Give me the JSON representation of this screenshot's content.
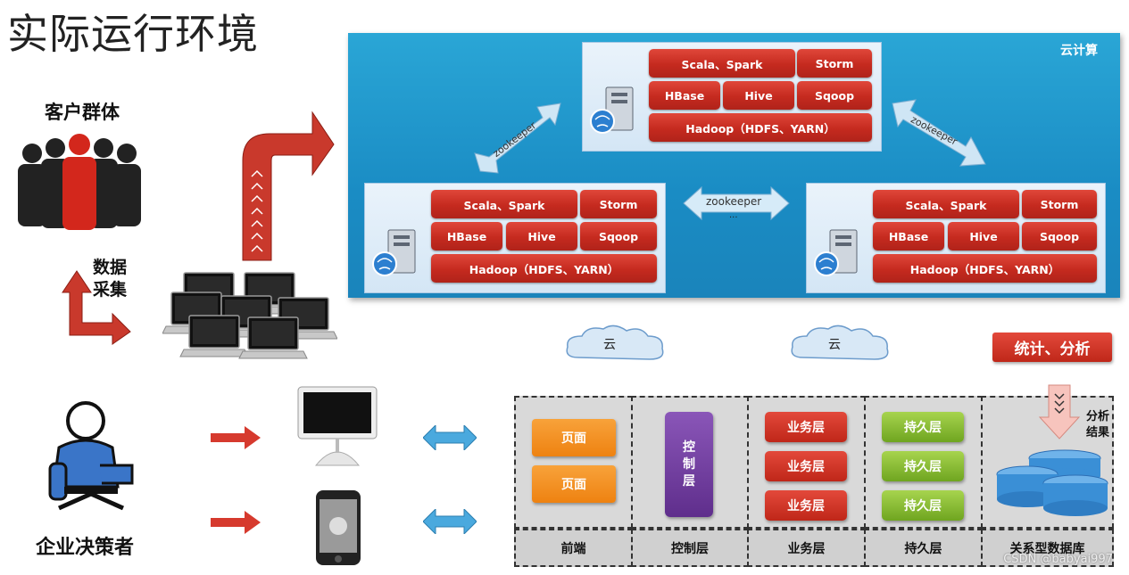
{
  "title": "实际运行环境",
  "left": {
    "customers_label": "客户群体",
    "data_collect_label_1": "数据",
    "data_collect_label_2": "采集",
    "decision_maker_label": "企业决策者"
  },
  "cloud_compute": {
    "label": "云计算",
    "nodes": [
      {
        "row1": [
          "Scala、Spark",
          "Storm"
        ],
        "row2": [
          "HBase",
          "Hive",
          "Sqoop"
        ],
        "row3": "Hadoop（HDFS、YARN）"
      },
      {
        "row1": [
          "Scala、Spark",
          "Storm"
        ],
        "row2": [
          "HBase",
          "Hive",
          "Sqoop"
        ],
        "row3": "Hadoop（HDFS、YARN）"
      },
      {
        "row1": [
          "Scala、Spark",
          "Storm"
        ],
        "row2": [
          "HBase",
          "Hive",
          "Sqoop"
        ],
        "row3": "Hadoop（HDFS、YARN）"
      }
    ],
    "zk_left": "zookeeper",
    "zk_right": "zookeeper",
    "zk_middle": "zookeeper",
    "zk_middle_dots": "..."
  },
  "clouds": [
    "云",
    "云"
  ],
  "stats_label": "统计、分析",
  "architecture": {
    "frontend": {
      "items": [
        "页面",
        "页面"
      ],
      "footer": "前端"
    },
    "control": {
      "item": "控\n制\n层",
      "footer": "控制层"
    },
    "business": {
      "items": [
        "业务层",
        "业务层",
        "业务层"
      ],
      "footer": "业务层"
    },
    "persistence": {
      "items": [
        "持久层",
        "持久层",
        "持久层"
      ],
      "footer": "持久层"
    },
    "database": {
      "result_label_1": "分析",
      "result_label_2": "结果",
      "footer": "关系型数据库"
    }
  },
  "watermark": "CSDN @babyai997",
  "colors": {
    "cloud_bg": "#1a8cc4",
    "red_box": "#c52a1f",
    "orange_box": "#ee8211",
    "purple_box": "#6b3b97",
    "green_box": "#6fa520",
    "db_blue": "#3a8fd6"
  }
}
